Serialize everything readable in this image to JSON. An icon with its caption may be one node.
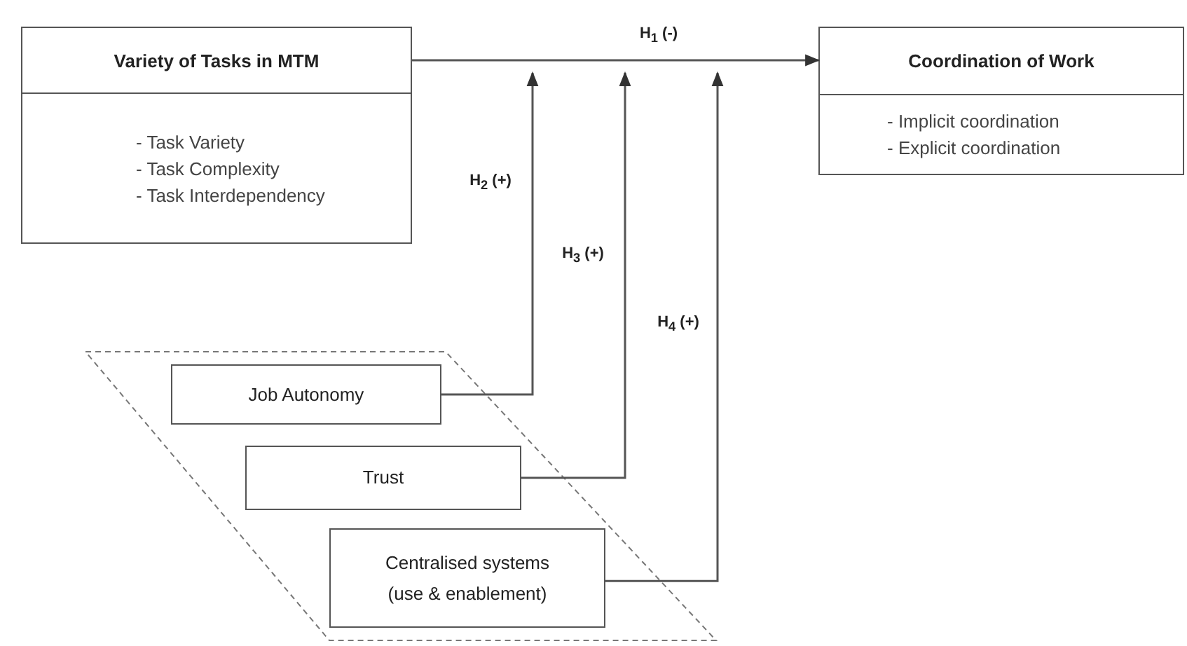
{
  "diagram": {
    "nodes": [
      {
        "text": [
          "Variety of Tasks in MTM",
          "- Task Variety",
          "- Task Complexity",
          "- Task Interdependency"
        ]
      },
      {
        "text": [
          "Coordination of Work",
          "- Implicit coordination",
          "- Explicit coordination"
        ]
      },
      {
        "text": [],
        "shape": "parallelogram"
      },
      {
        "text": [
          "Job Autonomy"
        ],
        "in": 2
      },
      {
        "text": [
          "Trust"
        ],
        "in": 2
      },
      {
        "text": [
          "Centralised systems (use & enablement)"
        ],
        "in": 2
      }
    ],
    "edges": [
      {
        "from": 0,
        "to": 1,
        "arrow": "to",
        "label": "H$_{1}$ (-)"
      },
      {
        "from": 3,
        "to": null,
        "arrow": "to",
        "label": "H$_{2}$ (+)"
      },
      {
        "from": 4,
        "to": null,
        "arrow": "to",
        "label": "H$_{3}$ (+)"
      },
      {
        "from": 5,
        "to": null,
        "arrow": "to",
        "label": "H$_{4}$ (+)"
      }
    ]
  }
}
